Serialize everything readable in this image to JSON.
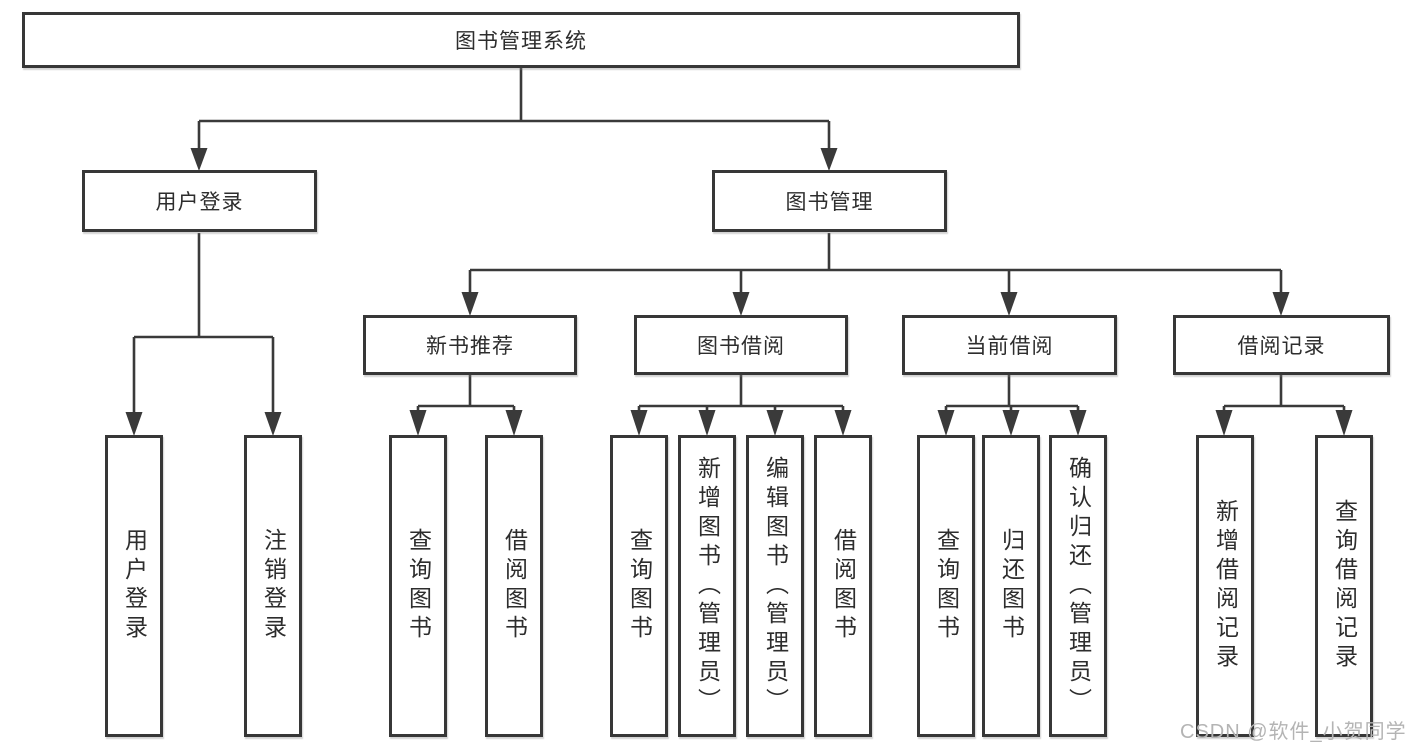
{
  "diagram": {
    "title": "图书管理系统",
    "nodes": {
      "root": "图书管理系统",
      "user_login": "用户登录",
      "book_mgmt": "图书管理",
      "new_book_rec": "新书推荐",
      "book_borrow": "图书借阅",
      "current_borrow": "当前借阅",
      "borrow_records": "借阅记录"
    },
    "leaves": {
      "user_login": [
        "用户登录",
        "注销登录"
      ],
      "new_book_rec": [
        "查询图书",
        "借阅图书"
      ],
      "book_borrow": [
        "查询图书",
        "新增图书（管理员）",
        "编辑图书（管理员）",
        "借阅图书"
      ],
      "current_borrow": [
        "查询图书",
        "归还图书",
        "确认归还（管理员）"
      ],
      "borrow_records": [
        "新增借阅记录",
        "查询借阅记录"
      ]
    },
    "colors": {
      "line": "#3a3a3a",
      "box_border": "#373737",
      "box_fill": "#ffffff",
      "text": "#2d2d2d",
      "watermark": "#b4b4b4"
    },
    "watermark": "CSDN @软件_小贺同学"
  }
}
